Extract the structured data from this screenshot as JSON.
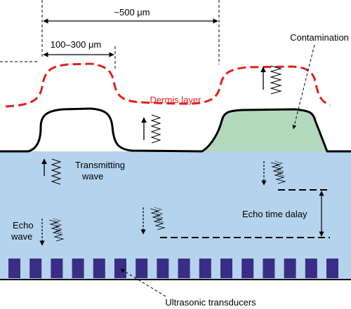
{
  "labels": {
    "width_total": "~500 μm",
    "width_bump": "100–300 μm",
    "dermis": "Dermis layer",
    "contamination": "Contamination",
    "transmitting_line1": "Transmitting",
    "transmitting_line2": "wave",
    "echo_line1": "Echo",
    "echo_line2": "wave",
    "echo_time": "Echo time dalay",
    "transducers": "Ultrasonic transducers"
  },
  "colors": {
    "gel": "#b4d4ee",
    "contamination": "#b3d9bd",
    "transducer": "#3b2d86",
    "dermis": "#e02020",
    "dermis_label": "#e02020",
    "ink": "#000000"
  },
  "icons": {
    "transmit": "up-arrow-with-zigzag-wave",
    "echo": "down-dashed-arrow-with-wavy-echo"
  }
}
